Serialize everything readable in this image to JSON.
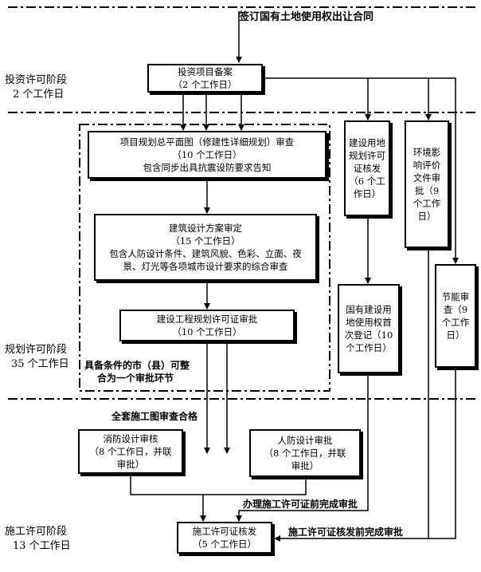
{
  "top_label": "签订国有土地使用权出让合同",
  "stages": {
    "investment": {
      "name": "投资许可阶段",
      "duration": "2 个工作日"
    },
    "planning": {
      "name": "规划许可阶段",
      "duration": "35 个工作日"
    },
    "construction": {
      "name": "施工许可阶段",
      "duration": "13 个工作日"
    }
  },
  "boxes": {
    "project_filing": {
      "line1": "投资项目备案",
      "line2": "（2 个工作日）"
    },
    "master_plan": {
      "line1": "项目规划总平面图（修建性详细规划）审查",
      "line2": "（10 个工作日）",
      "line3": "包含同步出具抗震设防要求告知"
    },
    "design_scheme": {
      "line1": "建筑设计方案审定",
      "line2": "（15 个工作日）",
      "line3": "包含人防设计条件、建筑风貌、色彩、立面、夜",
      "line4": "景、灯光等各项城市设计要求的综合审查"
    },
    "engineering_permit": {
      "line1": "建设工程规划许可证审批",
      "line2": "（10 个工作日）"
    },
    "land_use_permit": {
      "text": "建设用地规划许可证核发（6 个工作日）"
    },
    "env_assessment": {
      "text": "环境影响评价文件审批（9 个工作日）"
    },
    "land_registration": {
      "text": "国有建设用地使用权首次登记（10 个工作日）"
    },
    "energy_review": {
      "text": "节能审查（9 个工作日）"
    },
    "fire_design": {
      "line1": "消防设计审核",
      "line2": "（8 个工作日，并联",
      "line3": "审批）"
    },
    "civil_defense": {
      "line1": "人防设计审批",
      "line2": "（8 个工作日，并联",
      "line3": "审批）"
    },
    "construction_permit": {
      "line1": "施工许可证核发",
      "line2": "（5 个工作日）"
    }
  },
  "notes": {
    "merge_line1": "具备条件的市（县）可整",
    "merge_line2": "合为一个审批环节",
    "drawing_review": "全套施工图审查合格",
    "before_permit_handling": "办理施工许可证前完成审批",
    "before_permit_issuance": "施工许可证核发前完成审批"
  }
}
